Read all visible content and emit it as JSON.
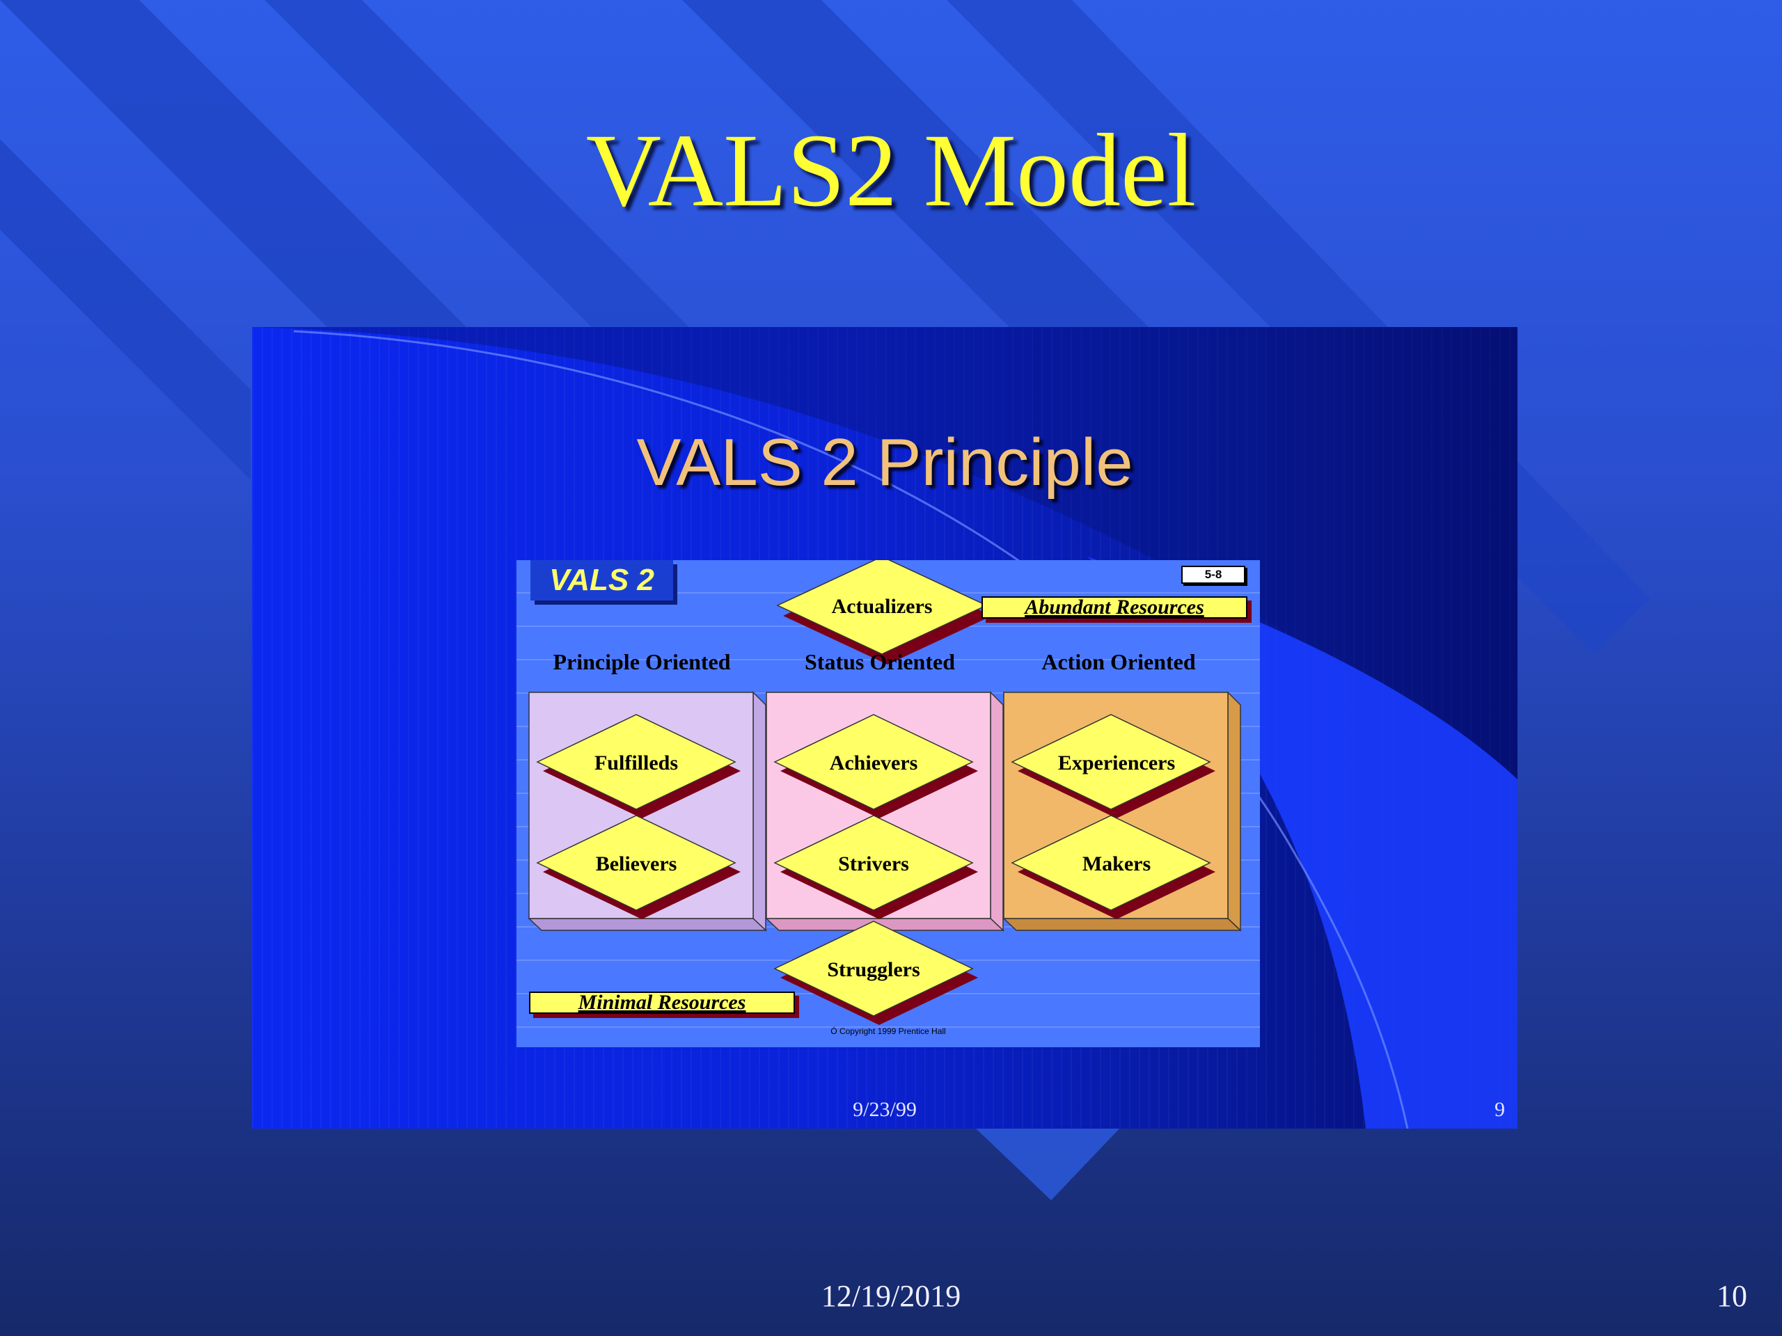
{
  "slide": {
    "title": "VALS2 Model",
    "date": "12/19/2019",
    "page_number": "10"
  },
  "embedded_slide": {
    "title": "VALS 2 Principle",
    "date": "9/23/99",
    "page_number": "9",
    "diagram": {
      "brand": "VALS 2",
      "page_ref": "5-8",
      "abundant_label": "Abundant Resources",
      "minimal_label": "Minimal Resources",
      "columns": [
        "Principle Oriented",
        "Status Oriented",
        "Action Oriented"
      ],
      "top_group": "Actualizers",
      "groups": [
        [
          "Fulfilleds",
          "Believers"
        ],
        [
          "Achievers",
          "Strivers"
        ],
        [
          "Experiencers",
          "Makers"
        ]
      ],
      "bottom_group": "Strugglers",
      "copyright": "Ó Copyright 1999 Prentice Hall",
      "column_colors": [
        "#dcc6f4",
        "#fbc9e6",
        "#f0b868"
      ]
    }
  }
}
